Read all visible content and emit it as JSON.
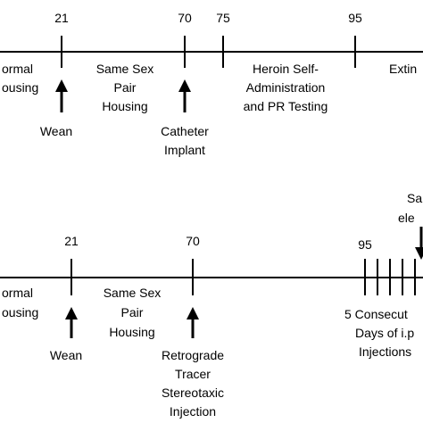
{
  "colors": {
    "line": "#000000",
    "background": "#ffffff"
  },
  "top_timeline": {
    "ticks": [
      "21",
      "70",
      "75",
      "95"
    ],
    "phases": {
      "normal": [
        "ormal",
        "ousing"
      ],
      "pair": [
        "Same Sex",
        "Pair",
        "Housing"
      ],
      "heroin": [
        "Heroin Self-",
        "Administration",
        "and PR Testing"
      ],
      "extinction": [
        "Extin"
      ]
    },
    "events": {
      "wean": [
        "Wean"
      ],
      "catheter": [
        "Catheter",
        "Implant"
      ]
    }
  },
  "bottom_timeline": {
    "ticks": [
      "21",
      "70",
      "95"
    ],
    "phases": {
      "normal": [
        "ormal",
        "ousing"
      ],
      "pair": [
        "Same Sex",
        "Pair",
        "Housing"
      ],
      "injections": [
        "5 Consecut",
        "Days of i.p",
        "Injections"
      ]
    },
    "events": {
      "wean": [
        "Wean"
      ],
      "tracer": [
        "Retrograde",
        "Tracer",
        "Stereotaxic",
        "Injection"
      ],
      "final": [
        "Sa",
        "ele"
      ]
    }
  }
}
